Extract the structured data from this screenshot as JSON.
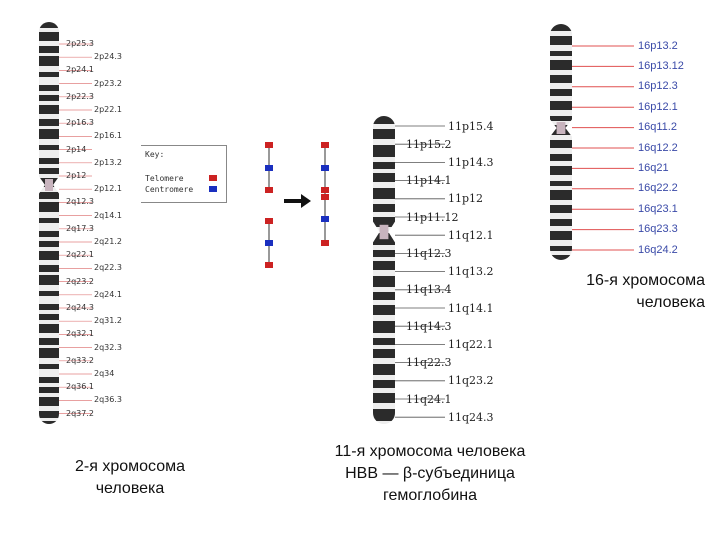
{
  "colors": {
    "dark": "#2b2b2b",
    "light": "#eeeeee",
    "centromere": "#c8b4be",
    "telomere_marker": "#cc2222",
    "centromere_marker": "#1a2fbf",
    "label_line_16": "#e05050"
  },
  "chr2": {
    "caption": "2-я хромосома\nчеловека",
    "labels": [
      "2p25.3",
      "2p24.3",
      "2p24.1",
      "2p23.2",
      "2p22.3",
      "2p22.1",
      "2p16.3",
      "2p16.1",
      "2p14",
      "2p13.2",
      "2p12",
      "2p12.1",
      "2q12.3",
      "2q14.1",
      "2q17.3",
      "2q21.2",
      "2q22.1",
      "2q22.3",
      "2q23.2",
      "2q24.1",
      "2q24.3",
      "2q31.2",
      "2q32.1",
      "2q32.3",
      "2q33.2",
      "2q34",
      "2q36.1",
      "2q36.3",
      "2q37.2"
    ]
  },
  "chr11": {
    "caption": "11-я хромосома человека\nHBB — β-субъединица\nгемоглобина",
    "labels": [
      "11p15.4",
      "11p15.2",
      "11p14.3",
      "11p14.1",
      "11p12",
      "11p11.12",
      "11q12.1",
      "11q12.3",
      "11q13.2",
      "11q13.4",
      "11q14.1",
      "11q14.3",
      "11q22.1",
      "11q22.3",
      "11q23.2",
      "11q24.1",
      "11q24.3"
    ]
  },
  "chr16": {
    "caption": "16-я хромосома\nчеловека",
    "labels": [
      "16p13.2",
      "16p13.12",
      "16p12.3",
      "16p12.1",
      "16q11.2",
      "16q12.2",
      "16q21",
      "16q22.2",
      "16q23.1",
      "16q23.3",
      "16q24.2"
    ]
  },
  "key": {
    "title": "Key:",
    "telomere": "Telomere",
    "centromere": "Centromere"
  },
  "icons": {
    "arrow": "arrow-right-icon"
  }
}
